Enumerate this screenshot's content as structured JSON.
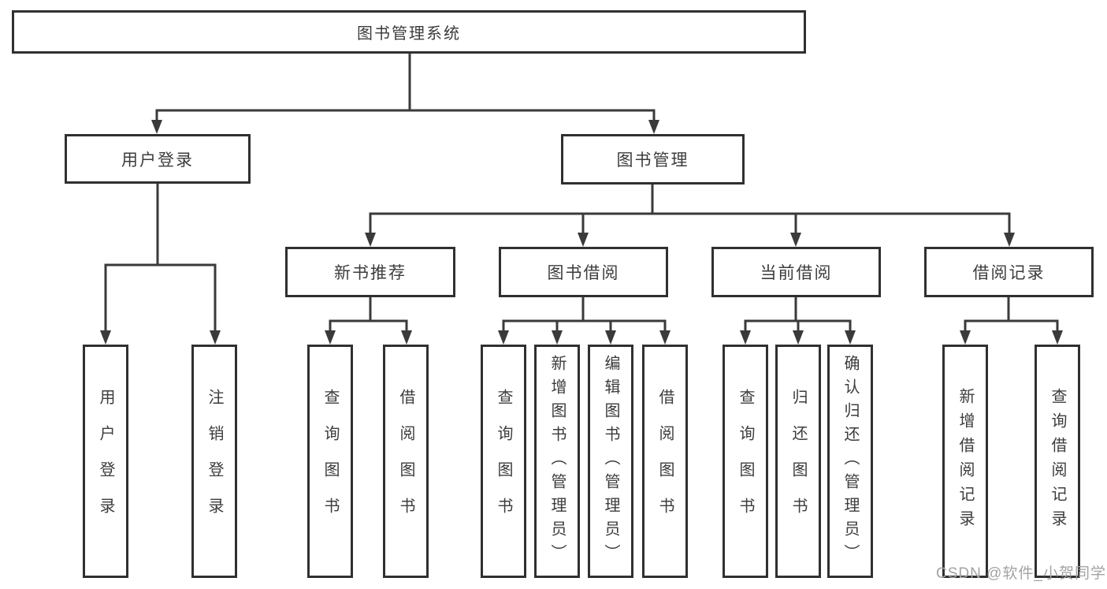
{
  "tree": {
    "root": {
      "label": "图书管理系统"
    },
    "branches": [
      {
        "label": "用户登录",
        "children": [
          "用户登录",
          "注销登录"
        ]
      },
      {
        "label": "图书管理",
        "children": [
          {
            "label": "新书推荐",
            "children": [
              "查询图书",
              "借阅图书"
            ]
          },
          {
            "label": "图书借阅",
            "children": [
              "查询图书",
              "新增图书（管理员）",
              "编辑图书（管理员）",
              "借阅图书"
            ]
          },
          {
            "label": "当前借阅",
            "children": [
              "查询图书",
              "归还图书",
              "确认归还（管理员）"
            ]
          },
          {
            "label": "借阅记录",
            "children": [
              "新增借阅记录",
              "查询借阅记录"
            ]
          }
        ]
      }
    ]
  },
  "watermark": {
    "text": "CSDN @软件_小贺同学"
  },
  "colors": {
    "line": "#3a3a3a",
    "box_border": "#303030",
    "text": "#3c3c3c",
    "watermark": "#a3a3a3",
    "background": "#ffffff"
  }
}
